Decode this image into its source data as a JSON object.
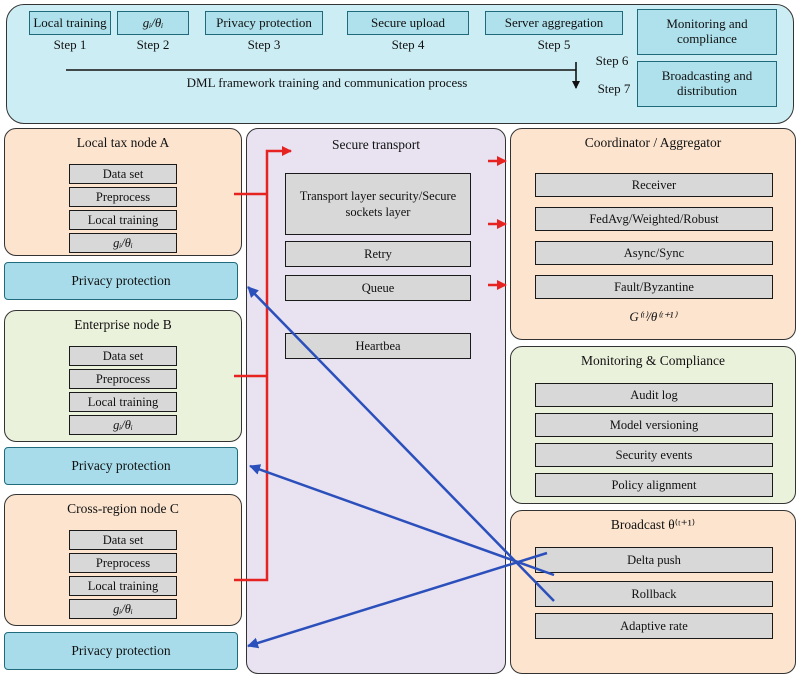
{
  "banner": {
    "boxes": [
      "Local training",
      "gᵢ/θᵢ",
      "Privacy protection",
      "Secure upload",
      "Server aggregation"
    ],
    "steps": [
      "Step 1",
      "Step 2",
      "Step 3",
      "Step 4",
      "Step 5",
      "Step 6",
      "Step 7"
    ],
    "right_boxes": [
      "Monitoring and compliance",
      "Broadcasting and distribution"
    ],
    "arrow_label": "DML framework training and communication process"
  },
  "left": {
    "nodes": [
      {
        "title": "Local tax node A",
        "items": [
          "Data set",
          "Preprocess",
          "Local training",
          "gᵢ/θᵢ"
        ],
        "privacy": "Privacy protection"
      },
      {
        "title": "Enterprise node B",
        "items": [
          "Data set",
          "Preprocess",
          "Local training",
          "gᵢ/θᵢ"
        ],
        "privacy": "Privacy protection"
      },
      {
        "title": "Cross-region node C",
        "items": [
          "Data set",
          "Preprocess",
          "Local training",
          "gᵢ/θᵢ"
        ],
        "privacy": "Privacy protection"
      }
    ]
  },
  "middle": {
    "title": "Secure transport",
    "items": [
      "Transport layer security/Secure sockets layer",
      "Retry",
      "Queue",
      "Heartbea"
    ]
  },
  "right": {
    "coordinator": {
      "title": "Coordinator / Aggregator",
      "items": [
        "Receiver",
        "FedAvg/Weighted/Robust",
        "Async/Sync",
        "Fault/Byzantine"
      ],
      "footer": "G⁽ᵗ⁾/θ⁽ᵗ⁺¹⁾"
    },
    "monitoring": {
      "title": "Monitoring & Compliance",
      "items": [
        "Audit log",
        "Model versioning",
        "Security events",
        "Policy alignment"
      ]
    },
    "broadcast": {
      "title": "Broadcast θ⁽ᵗ⁺¹⁾",
      "items": [
        "Delta push",
        "Rollback",
        "Adaptive rate"
      ]
    }
  },
  "colors": {
    "banner_bg": "#cdedf5",
    "cyan_box": "#aee1ec",
    "peach_panel": "#fce4cf",
    "green_panel": "#ebf2dc",
    "purple_panel": "#e8e2f1",
    "gray_box": "#d8d8d8",
    "red_arrow": "#e62320",
    "blue_arrow": "#2b50bb"
  }
}
